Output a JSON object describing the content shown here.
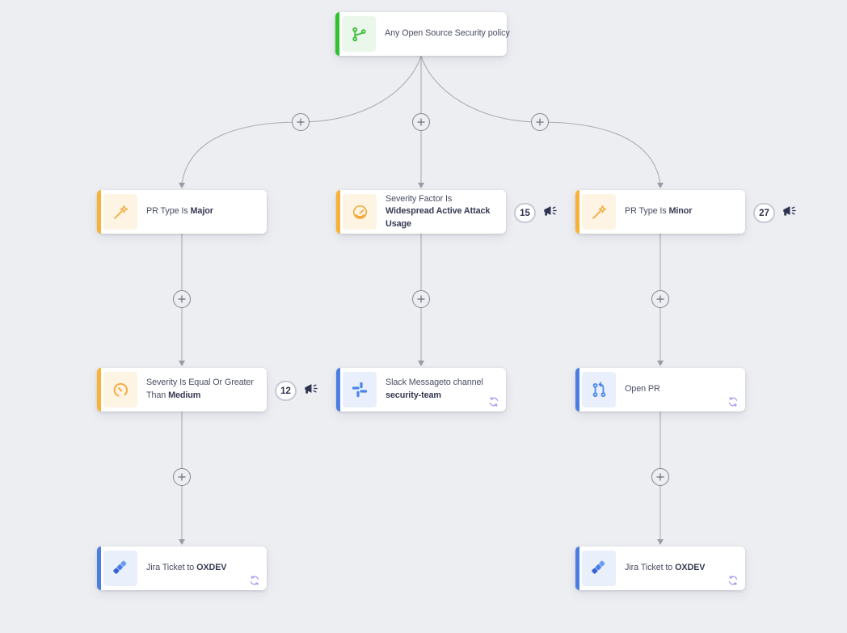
{
  "canvas": {
    "background": "#edeef2"
  },
  "colors": {
    "accent_green": "#2fc22f",
    "accent_orange": "#f9b238",
    "accent_blue": "#4c7ee0",
    "icon_bg_green": "#eaf7ea",
    "icon_bg_orange": "#fdf4e3",
    "icon_bg_blue": "#eaf0fb",
    "connector_gray": "#a8acb4",
    "indicator_navy": "#2f3350",
    "refresh_purple": "#a89df0",
    "card_bg": "#ffffff",
    "text": "#4a4e63"
  },
  "nodes": [
    {
      "id": "trigger",
      "text": "Any Open Source Security policy",
      "bold": "",
      "icon": "git-branch-icon",
      "accent": "green"
    },
    {
      "id": "pr-type-major",
      "text": "PR Type Is ",
      "bold": "Major",
      "icon": "magic-wand-icon",
      "accent": "orange"
    },
    {
      "id": "severity-factor",
      "text": "Severity Factor Is ",
      "bold": "Widespread Active Attack Usage",
      "icon": "gauge-icon",
      "accent": "orange",
      "badge": "15"
    },
    {
      "id": "pr-type-minor",
      "text": "PR Type Is ",
      "bold": "Minor",
      "icon": "magic-wand-icon",
      "accent": "orange",
      "badge": "27"
    },
    {
      "id": "severity-medium",
      "text": "Severity Is Equal Or Greater Than ",
      "bold": "Medium",
      "icon": "gauge-arc-icon",
      "accent": "orange",
      "badge": "12"
    },
    {
      "id": "slack-message",
      "text": "Slack Messageto channel ",
      "bold": "security-team",
      "icon": "slack-icon",
      "accent": "blue"
    },
    {
      "id": "open-pr",
      "text": "Open PR",
      "bold": "",
      "icon": "pull-request-icon",
      "accent": "blue"
    },
    {
      "id": "jira-ticket-left",
      "text": "Jira Ticket to ",
      "bold": "OXDEV",
      "icon": "jira-icon",
      "accent": "blue"
    },
    {
      "id": "jira-ticket-right",
      "text": "Jira Ticket to ",
      "bold": "OXDEV",
      "icon": "jira-icon",
      "accent": "blue"
    }
  ]
}
